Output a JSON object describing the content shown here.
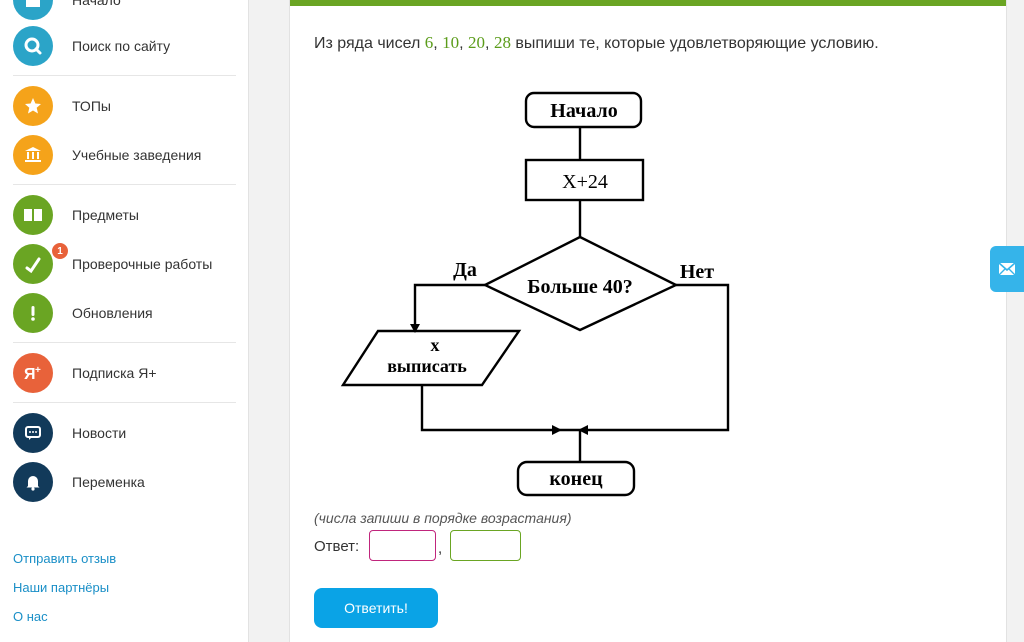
{
  "sidebar": {
    "items": [
      {
        "label": "Начало",
        "icon": "home-icon",
        "color": "#2ba4c8"
      },
      {
        "label": "Поиск по сайту",
        "icon": "search-icon",
        "color": "#2ba4c8"
      },
      {
        "label": "ТОПы",
        "icon": "star-icon",
        "color": "#f5a31a"
      },
      {
        "label": "Учебные заведения",
        "icon": "institution-icon",
        "color": "#f5a31a"
      },
      {
        "label": "Предметы",
        "icon": "book-icon",
        "color": "#6aa523"
      },
      {
        "label": "Проверочные работы",
        "icon": "check-icon",
        "color": "#6aa523",
        "badge": "1"
      },
      {
        "label": "Обновления",
        "icon": "exclamation-icon",
        "color": "#6aa523"
      },
      {
        "label": "Подписка Я+",
        "icon": "ya-plus-icon",
        "color": "#e8623a"
      },
      {
        "label": "Новости",
        "icon": "chat-icon",
        "color": "#123a5a"
      },
      {
        "label": "Переменка",
        "icon": "bell-icon",
        "color": "#123a5a"
      }
    ],
    "footer": [
      "Отправить отзыв",
      "Наши партнёры",
      "О нас"
    ]
  },
  "task": {
    "q_prefix": "Из ряда чисел ",
    "numbers": [
      "6",
      "10",
      "20",
      "28"
    ],
    "sep": ", ",
    "q_suffix": " выпиши те, которые удовлетворяющие условию.",
    "hint": "(числа запиши в порядке возрастания)",
    "answer_label": "Ответ:",
    "comma": ",",
    "submit": "Ответить!",
    "box_colors": [
      "#c0257c",
      "#6aa523"
    ]
  },
  "flowchart": {
    "start": "Начало",
    "process": "X+24",
    "decision": "Больше 40?",
    "yes": "Да",
    "no": "Нет",
    "output_line1": "x",
    "output_line2": "выписать",
    "end": "конец"
  },
  "accent": {
    "green": "#6aa523",
    "blue": "#0aa3e6"
  }
}
